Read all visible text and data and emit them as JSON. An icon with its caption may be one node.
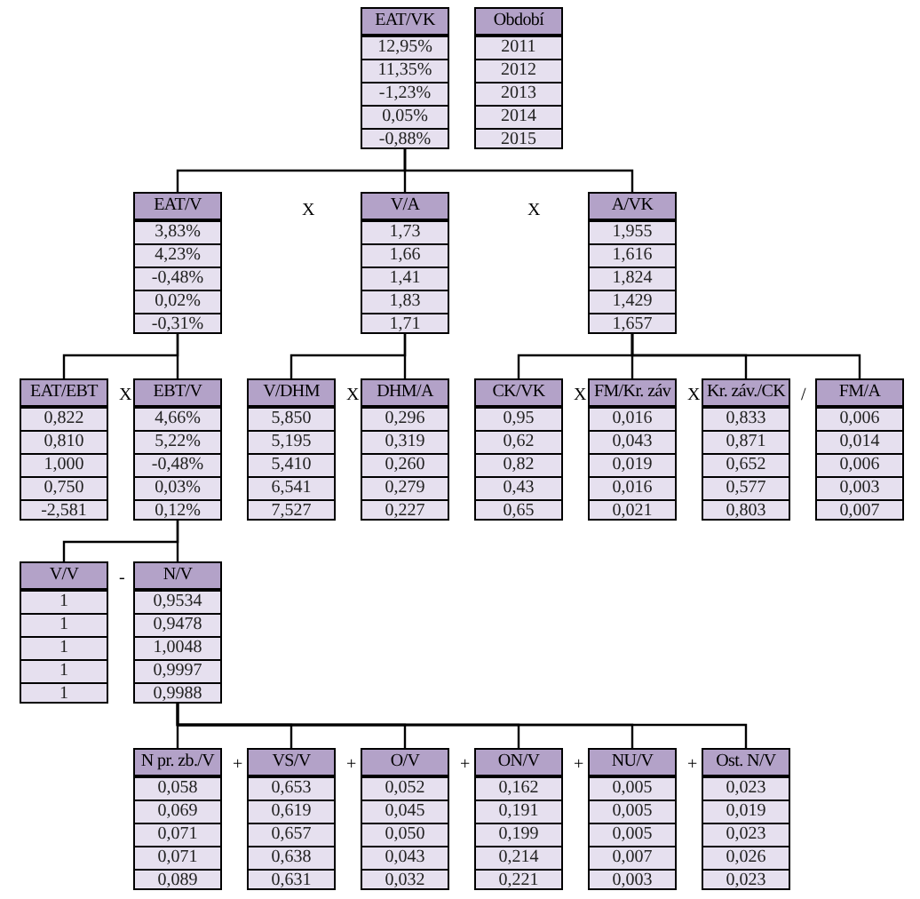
{
  "diagram": {
    "nodes": [
      {
        "text": [
          "EAT/VK",
          "12,95%",
          "11,35%",
          "-1,23%",
          "0,05%",
          "-0,88%"
        ]
      },
      {
        "text": [
          "Období",
          "2011",
          "2012",
          "2013",
          "2014",
          "2015"
        ]
      },
      {
        "text": [
          "EAT/V",
          "3,83%",
          "4,23%",
          "-0,48%",
          "0,02%",
          "-0,31%"
        ]
      },
      {
        "text": [
          "V/A",
          "1,73",
          "1,66",
          "1,41",
          "1,83",
          "1,71"
        ]
      },
      {
        "text": [
          "A/VK",
          "1,955",
          "1,616",
          "1,824",
          "1,429",
          "1,657"
        ]
      },
      {
        "text": [
          "EAT/EBT",
          "0,822",
          "0,810",
          "1,000",
          "0,750",
          "-2,581"
        ]
      },
      {
        "text": [
          "EBT/V",
          "4,66%",
          "5,22%",
          "-0,48%",
          "0,03%",
          "0,12%"
        ]
      },
      {
        "text": [
          "V/DHM",
          "5,850",
          "5,195",
          "5,410",
          "6,541",
          "7,527"
        ]
      },
      {
        "text": [
          "DHM/A",
          "0,296",
          "0,319",
          "0,260",
          "0,279",
          "0,227"
        ]
      },
      {
        "text": [
          "CK/VK",
          "0,95",
          "0,62",
          "0,82",
          "0,43",
          "0,65"
        ]
      },
      {
        "text": [
          "FM/Kr. záv",
          "0,016",
          "0,043",
          "0,019",
          "0,016",
          "0,021"
        ]
      },
      {
        "text": [
          "Kr. záv./CK",
          "0,833",
          "0,871",
          "0,652",
          "0,577",
          "0,803"
        ]
      },
      {
        "text": [
          "FM/A",
          "0,006",
          "0,014",
          "0,006",
          "0,003",
          "0,007"
        ]
      },
      {
        "text": [
          "V/V",
          "1",
          "1",
          "1",
          "1",
          "1"
        ]
      },
      {
        "text": [
          "N/V",
          "0,9534",
          "0,9478",
          "1,0048",
          "0,9997",
          "0,9988"
        ]
      },
      {
        "text": [
          "N pr. zb./V",
          "0,058",
          "0,069",
          "0,071",
          "0,071",
          "0,089"
        ]
      },
      {
        "text": [
          "VS/V",
          "0,653",
          "0,619",
          "0,657",
          "0,638",
          "0,631"
        ]
      },
      {
        "text": [
          "O/V",
          "0,052",
          "0,045",
          "0,050",
          "0,043",
          "0,032"
        ]
      },
      {
        "text": [
          "ON/V",
          "0,162",
          "0,191",
          "0,199",
          "0,214",
          "0,221"
        ]
      },
      {
        "text": [
          "NU/V",
          "0,005",
          "0,005",
          "0,005",
          "0,007",
          "0,003"
        ]
      },
      {
        "text": [
          "Ost. N/V",
          "0,023",
          "0,019",
          "0,023",
          "0,026",
          "0,023"
        ]
      }
    ],
    "edges": [
      {
        "from": 0,
        "to": 2,
        "arrow": "none"
      },
      {
        "from": 0,
        "to": 3,
        "arrow": "none"
      },
      {
        "from": 0,
        "to": 4,
        "arrow": "none"
      },
      {
        "from": 2,
        "to": 5,
        "arrow": "none"
      },
      {
        "from": 2,
        "to": 6,
        "arrow": "none"
      },
      {
        "from": 3,
        "to": 7,
        "arrow": "none"
      },
      {
        "from": 3,
        "to": 8,
        "arrow": "none"
      },
      {
        "from": 4,
        "to": 9,
        "arrow": "none"
      },
      {
        "from": 4,
        "to": 10,
        "arrow": "none"
      },
      {
        "from": 4,
        "to": 11,
        "arrow": "none"
      },
      {
        "from": 4,
        "to": 12,
        "arrow": "none"
      },
      {
        "from": 6,
        "to": 13,
        "arrow": "none"
      },
      {
        "from": 6,
        "to": 14,
        "arrow": "none"
      },
      {
        "from": 14,
        "to": 15,
        "arrow": "none"
      },
      {
        "from": 14,
        "to": 16,
        "arrow": "none"
      },
      {
        "from": 14,
        "to": 17,
        "arrow": "none"
      },
      {
        "from": 14,
        "to": 18,
        "arrow": "none"
      },
      {
        "from": 14,
        "to": 19,
        "arrow": "none"
      },
      {
        "from": 14,
        "to": 20,
        "arrow": "none"
      }
    ],
    "labels": [
      "X",
      "X",
      "X",
      "X",
      "X",
      "X",
      "/",
      "-",
      "+",
      "+",
      "+",
      "+",
      "+"
    ]
  }
}
